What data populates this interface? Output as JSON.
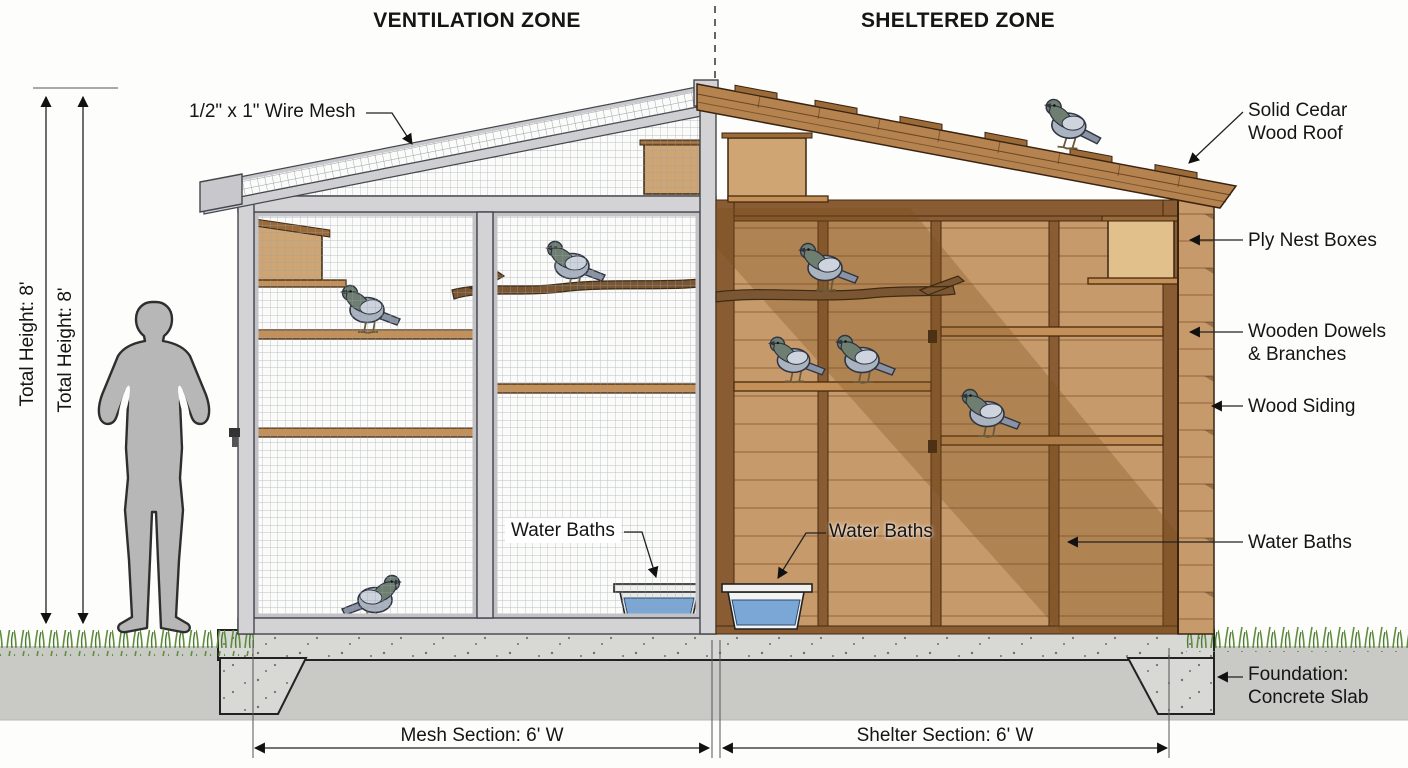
{
  "zones": {
    "left": {
      "label": "VENTILATION ZONE"
    },
    "right": {
      "label": "SHELTERED ZONE"
    }
  },
  "annotations": {
    "wire_mesh": "1/2\" x 1\" Wire Mesh",
    "cedar_roof": "Solid Cedar\nWood Roof",
    "ply_nest_boxes": "Ply Nest Boxes",
    "wooden_dowels": "Wooden Dowels\n& Branches",
    "wood_siding": "Wood Siding",
    "water_baths_mesh": "Water Baths",
    "water_baths_shelter": "Water Baths",
    "water_baths_right": "Water Baths",
    "foundation": "Foundation:\nConcrete Slab"
  },
  "dimensions": {
    "total_height_outer": "Total Height: 8'",
    "total_height_inner": "Total Height: 8'",
    "mesh_section": "Mesh Section: 6' W",
    "shelter_section": "Shelter Section: 6' W"
  },
  "colors": {
    "wood": "#c79a6b",
    "wood_dark": "#8a5c33",
    "wood_shelf": "#c49058",
    "plywood": "#cfa573",
    "plywood_light": "#e2c08c",
    "roof_cedar": "#b5834f",
    "roof_cedar_dark": "#9a6a38",
    "metal": "#d3d3d6",
    "mesh_line": "#98a0aa",
    "concrete": "#d8d8d4",
    "ground": "#c9c9c5",
    "grass": "#5f8f3e",
    "water": "#7ba7d7",
    "pigeon_body": "#aab3c0",
    "pigeon_head": "#6e7f72",
    "ink": "#151515"
  }
}
